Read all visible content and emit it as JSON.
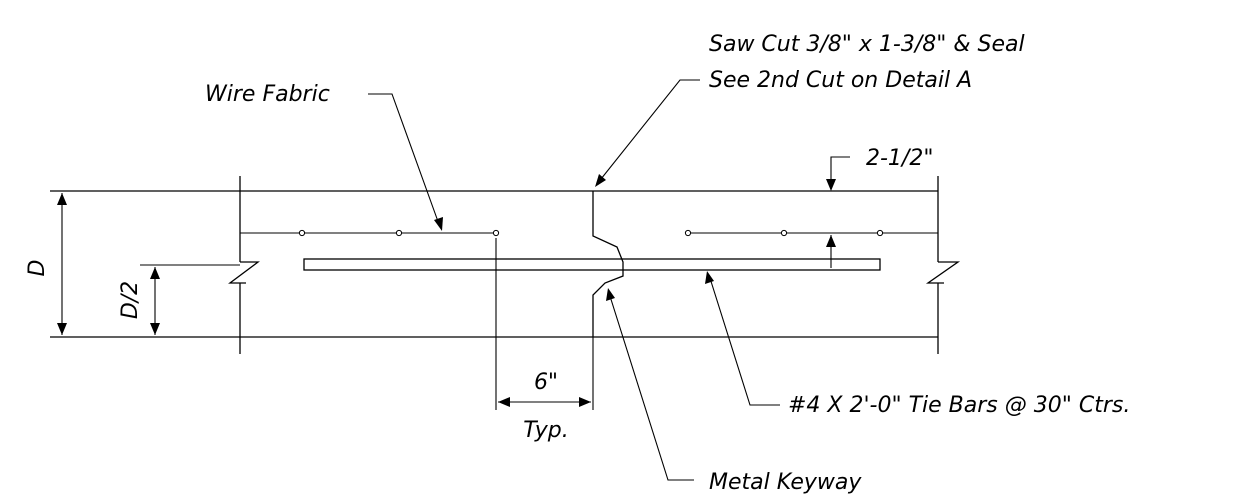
{
  "labels": {
    "saw_cut_line1": "Saw Cut 3/8\" x 1-3/8\" & Seal",
    "saw_cut_line2": "See 2nd Cut on Detail A",
    "wire_fabric": "Wire Fabric",
    "cover": "2-1/2\"",
    "depth": "D",
    "half_depth": "D/2",
    "spacing": "6\"",
    "typical": "Typ.",
    "tie_bars": "#4 X 2'-0\" Tie Bars @ 30\" Ctrs.",
    "metal_keyway": "Metal Keyway"
  }
}
